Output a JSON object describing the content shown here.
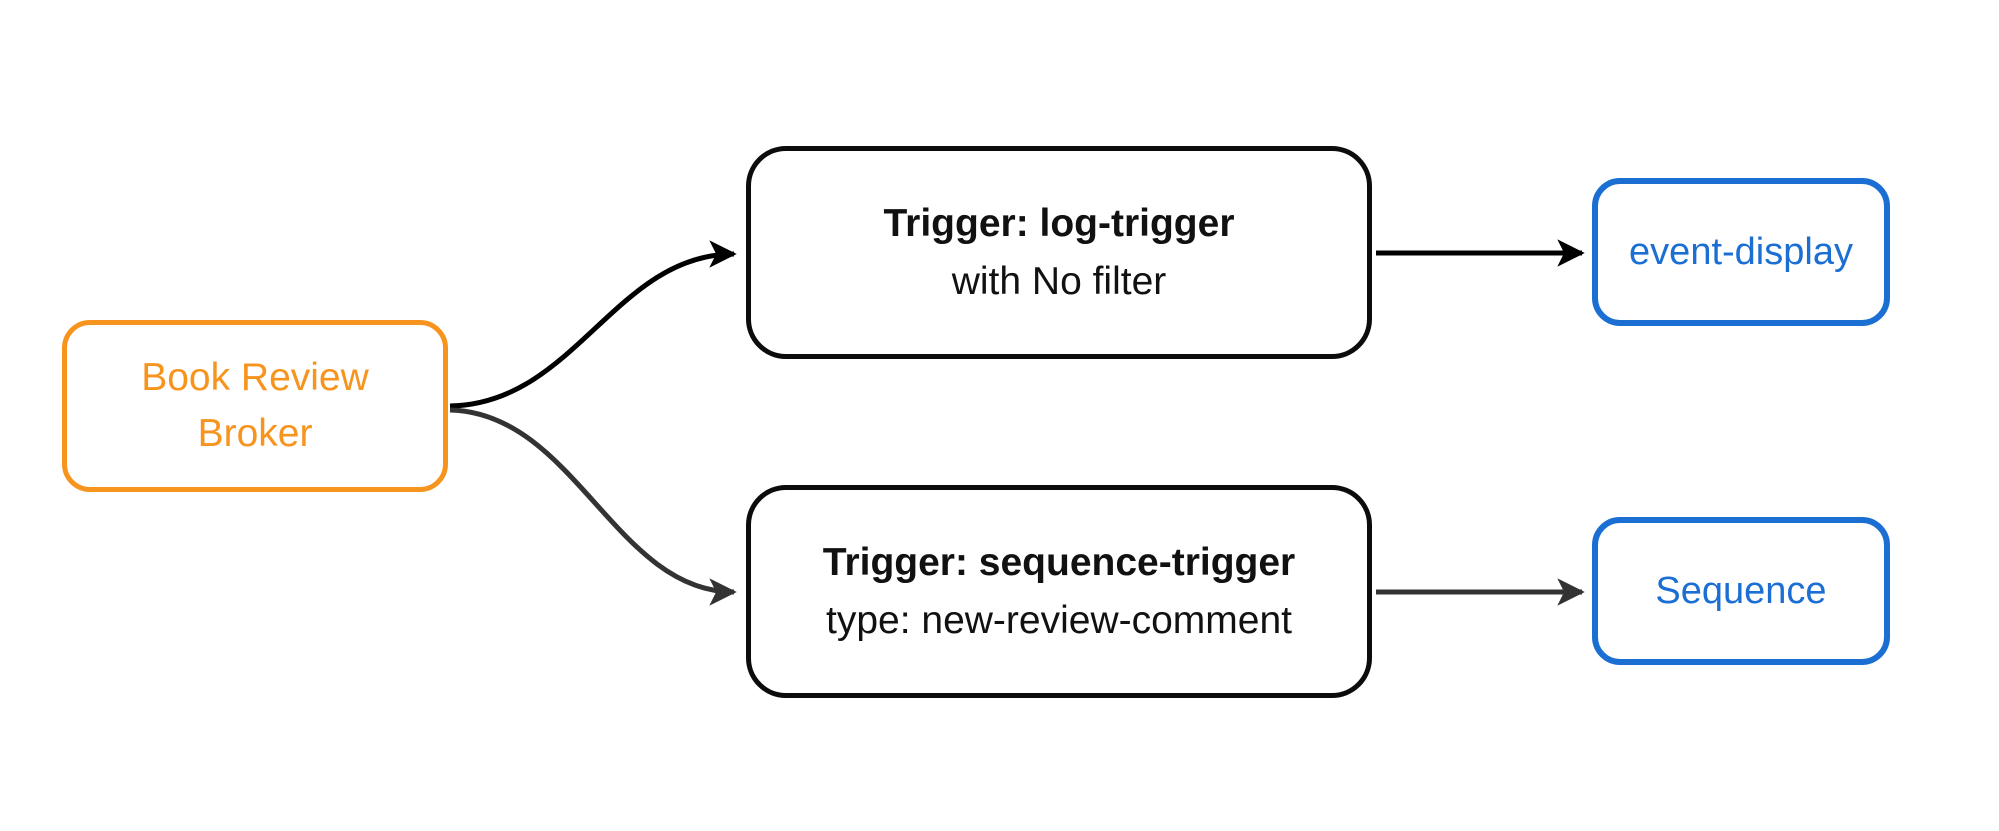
{
  "diagram": {
    "type": "flowchart",
    "background_color": "#ffffff",
    "nodes": {
      "broker": {
        "label": "Book Review Broker",
        "lines": [
          "Book Review",
          "Broker"
        ],
        "border_color": "#f7941e",
        "text_color": "#f7941e",
        "fill_color": "#ffffff"
      },
      "log_trigger": {
        "title": "Trigger: log-trigger",
        "subtitle": "with No filter",
        "border_color": "#0c0c0c",
        "text_color": "#111111",
        "fill_color": "#ffffff"
      },
      "sequence_trigger": {
        "title": "Trigger: sequence-trigger",
        "subtitle": "type: new-review-comment",
        "border_color": "#0c0c0c",
        "text_color": "#111111",
        "fill_color": "#ffffff"
      },
      "event_display": {
        "label": "event-display",
        "border_color": "#1b6fd3",
        "text_color": "#1b6fd3",
        "fill_color": "#ffffff"
      },
      "sequence": {
        "label": "Sequence",
        "border_color": "#1b6fd3",
        "text_color": "#1b6fd3",
        "fill_color": "#ffffff"
      }
    },
    "edges": [
      {
        "from": "broker",
        "to": "log_trigger",
        "style": "curved",
        "color": "#000000"
      },
      {
        "from": "broker",
        "to": "sequence_trigger",
        "style": "curved",
        "color": "#333333"
      },
      {
        "from": "log_trigger",
        "to": "event_display",
        "style": "straight",
        "color": "#000000"
      },
      {
        "from": "sequence_trigger",
        "to": "sequence",
        "style": "straight",
        "color": "#333333"
      }
    ]
  }
}
